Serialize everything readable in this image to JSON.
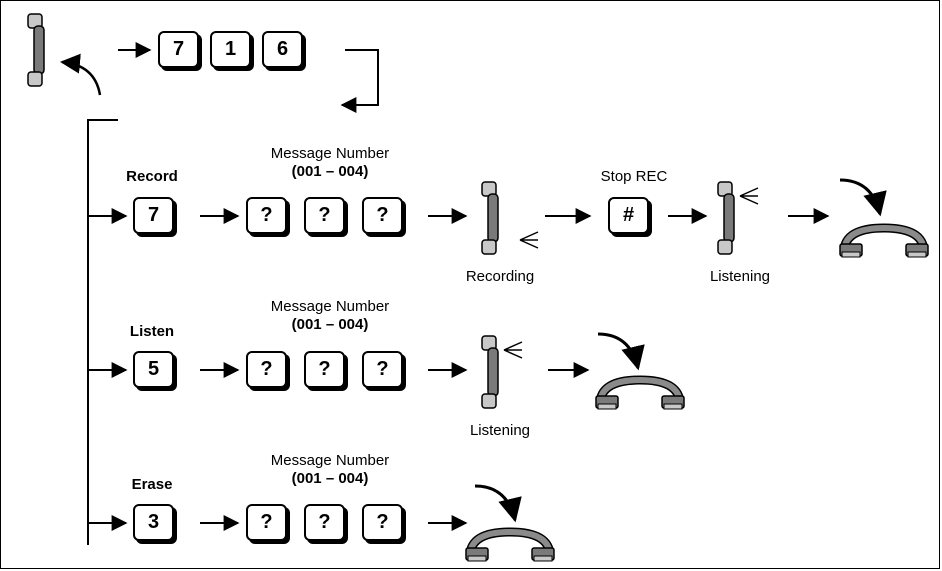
{
  "top": {
    "keys": [
      "7",
      "1",
      "6"
    ]
  },
  "record": {
    "title": "Record",
    "key": "7",
    "msg_title": "Message Number",
    "msg_range": "(001 – 004)",
    "msg_keys": [
      "?",
      "?",
      "?"
    ],
    "recording_label": "Recording",
    "stop_title": "Stop REC",
    "stop_key": "#",
    "listening_label": "Listening"
  },
  "listen": {
    "title": "Listen",
    "key": "5",
    "msg_title": "Message Number",
    "msg_range": "(001 – 004)",
    "msg_keys": [
      "?",
      "?",
      "?"
    ],
    "listening_label": "Listening"
  },
  "erase": {
    "title": "Erase",
    "key": "3",
    "msg_title": "Message Number",
    "msg_range": "(001 – 004)",
    "msg_keys": [
      "?",
      "?",
      "?"
    ]
  },
  "icons": [
    "handset-offhook-icon",
    "handset-recording-icon",
    "handset-listening-icon",
    "handset-onhook-icon",
    "hang-up-arrow-icon"
  ]
}
